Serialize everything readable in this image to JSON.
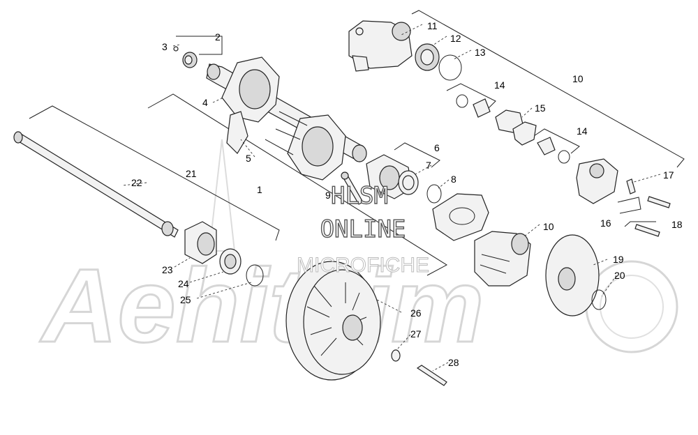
{
  "watermark": {
    "line1": "HLSM",
    "line2": "ONLINE",
    "line3": "MICROFICHE",
    "brand": "Aehiteim"
  },
  "callouts": {
    "c1": "1",
    "c2": "2",
    "c3": "3",
    "c4": "4",
    "c5": "5",
    "c6": "6",
    "c7": "7",
    "c8": "8",
    "c9": "9",
    "c10a": "10",
    "c10b": "10",
    "c11": "11",
    "c12": "12",
    "c13": "13",
    "c14a": "14",
    "c14b": "14",
    "c15": "15",
    "c16": "16",
    "c17": "17",
    "c18": "18",
    "c19": "19",
    "c20": "20",
    "c21": "21",
    "c22": "22",
    "c23": "23",
    "c24": "24",
    "c25": "25",
    "c26": "26",
    "c27": "27",
    "c28": "28"
  }
}
